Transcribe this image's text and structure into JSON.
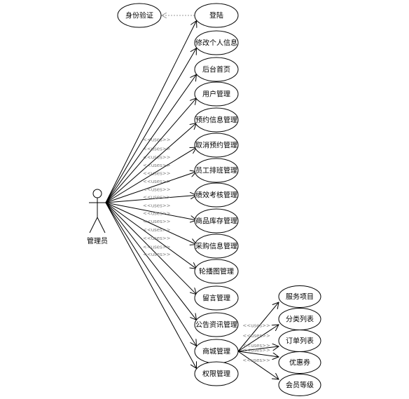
{
  "actor": {
    "name": "管理员"
  },
  "auth": {
    "label": "身份验证"
  },
  "use_cases": [
    {
      "id": "login",
      "label": "登陆"
    },
    {
      "id": "edit-profile",
      "label": "修改个人信息"
    },
    {
      "id": "admin-home",
      "label": "后台首页"
    },
    {
      "id": "user-mgmt",
      "label": "用户管理"
    },
    {
      "id": "booking-mgmt",
      "label": "预约信息管理"
    },
    {
      "id": "cancel-booking",
      "label": "取消预约管理"
    },
    {
      "id": "staff-schedule",
      "label": "员工排班管理"
    },
    {
      "id": "performance",
      "label": "绩效考核管理"
    },
    {
      "id": "inventory",
      "label": "商品库存管理"
    },
    {
      "id": "purchase",
      "label": "采购信息管理"
    },
    {
      "id": "carousel",
      "label": "轮播图管理"
    },
    {
      "id": "message",
      "label": "留言管理"
    },
    {
      "id": "news",
      "label": "公告资讯管理"
    },
    {
      "id": "mall",
      "label": "商城管理"
    },
    {
      "id": "permission",
      "label": "权限管理"
    }
  ],
  "mall_children": [
    {
      "id": "service-items",
      "label": "服务项目"
    },
    {
      "id": "category-list",
      "label": "分类列表"
    },
    {
      "id": "order-list",
      "label": "订单列表"
    },
    {
      "id": "coupon",
      "label": "优惠券"
    },
    {
      "id": "member-level",
      "label": "会员等级"
    }
  ],
  "uses_label": "<<uses>>",
  "colors": {
    "line": "#000000",
    "dashed": "#9a9a9a",
    "uses": "#7a7a7a"
  }
}
